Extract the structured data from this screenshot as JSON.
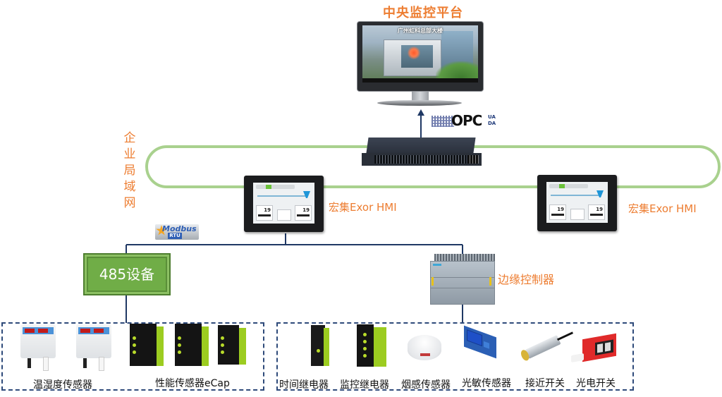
{
  "central_platform": {
    "title": "中央监控平台",
    "screen_caption": "广州虹科总部大楼"
  },
  "protocols": {
    "opc": {
      "logo_text": "OPC",
      "suffix_line1": "UA",
      "suffix_line2": "DA"
    },
    "modbus": {
      "logo_text": "Modbus",
      "sub_text": "RTU"
    }
  },
  "network": {
    "lan_label": [
      "企",
      "业",
      "局",
      "域",
      "网"
    ]
  },
  "hmi": [
    {
      "label": "宏集Exor HMI",
      "gauge_values": [
        "19",
        "19"
      ]
    },
    {
      "label": "宏集Exor HMI",
      "gauge_values": [
        "19",
        "19"
      ]
    }
  ],
  "bus_devices": {
    "rs485_box_label": "485设备",
    "edge_controller_label": "边缘控制器"
  },
  "colors": {
    "label_orange": "#ED7D31",
    "lan_green": "#A9D18E",
    "line_navy": "#1F3864",
    "box_green": "#70AD47"
  },
  "left_group": {
    "labels": [
      "温湿度传感器",
      "性能传感器eCap"
    ]
  },
  "right_group": {
    "labels": [
      "时间继电器",
      "监控继电器",
      "烟感传感器",
      "光敏传感器",
      "接近开关",
      "光电开关"
    ]
  }
}
